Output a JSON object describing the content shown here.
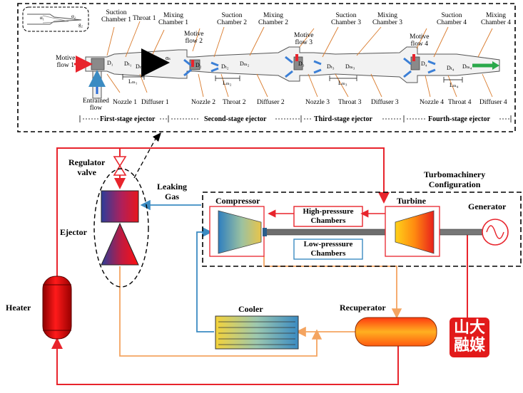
{
  "ejector_detail": {
    "labels": {
      "motive_flow_1": "Motive\nflow 1",
      "entrained_flow": "Entrained\nflow",
      "suction_chamber_1": "Suction\nChamber 1",
      "throat_1": "Throat 1",
      "mixing_chamber_1": "Mixing\nChamber 1",
      "nozzle_1": "Nozzle 1",
      "diffuser_1": "Diffuser 1",
      "motive_flow_2": "Motive\nflow 2",
      "suction_chamber_2": "Suction\nChamber 2",
      "mixing_chamber_2": "Mixing\nChamber 2",
      "nozzle_2": "Nozzle 2",
      "throat_2": "Throat 2",
      "diffuser_2": "Diffuser 2",
      "motive_flow_3": "Motive\nflow 3",
      "suction_chamber_3": "Suction\nChamber 3",
      "mixing_chamber_3": "Mixing\nChamber 3",
      "nozzle_3": "Nozzle 3",
      "throat_3": "Throat 3",
      "diffuser_3": "Diffuser 3",
      "motive_flow_4": "Motive\nflow 4",
      "suction_chamber_4": "Suction\nChamber 4",
      "mixing_chamber_4": "Mixing\nChamber 4",
      "nozzle_4": "Nozzle 4",
      "throat_4": "Throat 4",
      "diffuser_4": "Diffuser 4"
    },
    "dims": {
      "d1": "D₁",
      "dt1": "Dₜ₁",
      "dm1": "Dₘ₁",
      "lm1": "Lₘ₁",
      "d2": "D₂",
      "dt2": "Dₜ₂",
      "dm2": "Dₘ₂",
      "lm2": "Lₘ₂",
      "d3": "D₃",
      "dt3": "Dₜ₃",
      "dm3": "Dₘ₃",
      "lm3": "Lₘ₃",
      "d4": "D₄",
      "dt4": "Dₜ₄",
      "dm4": "Dₘ₄",
      "lm4": "Lₘ₄",
      "alpha": "αₛ",
      "alpha_1": "α₁",
      "alpha_2": "α₂",
      "g2": "g₂"
    },
    "stages": {
      "first": "First-stage ejector",
      "second": "Second-stage ejector",
      "third": "Third-stage ejector",
      "fourth": "Fourth-stage ejector"
    }
  },
  "components": {
    "regulator_valve": "Regulator\nvalve",
    "leaking_gas": "Leaking\nGas",
    "ejector": "Ejector",
    "heater": "Heater",
    "cooler": "Cooler",
    "recuperator": "Recuperator",
    "compressor": "Compressor",
    "turbine": "Turbine",
    "generator": "Generator",
    "high_pressure_chambers": "High-presssure\nChambers",
    "low_pressure_chambers": "Low-presssure\nChambers",
    "turbomachinery_configuration": "Turbomachinery\nConfiguration"
  },
  "watermark": {
    "text": "山大\n融媒"
  },
  "colors": {
    "hot_line": "#e8242c",
    "warm_line": "#f4a460",
    "cold_line": "#3b8bc2",
    "dashed_border": "#000000",
    "leader_line": "#d97a2b"
  }
}
